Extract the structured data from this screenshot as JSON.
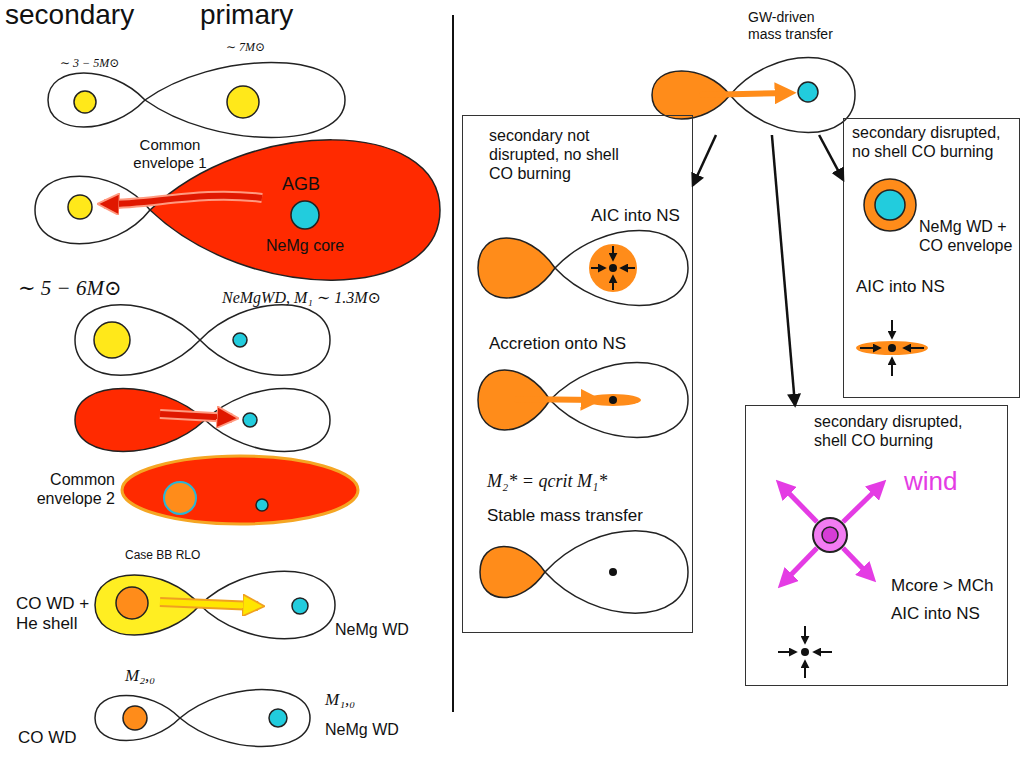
{
  "diagram": {
    "nodes": [
      {
        "text": [
          "GW-driven mass transfer"
        ]
      },
      {
        "text": [
          "secondary not disrupted, no shell CO burning",
          "AIC into NS",
          "Accretion onto NS",
          "M₂* = qcrit M₁*",
          "Stable mass transfer"
        ]
      },
      {
        "text": [
          "secondary disrupted, no shell CO burning",
          "NeMg WD + CO envelope",
          "AIC into NS"
        ]
      },
      {
        "text": [
          "secondary disrupted, shell CO burning",
          "wind",
          "Mcore > MCh",
          "AIC into NS"
        ]
      }
    ],
    "edges": [
      {
        "from": 0,
        "to": 1,
        "arrow": "to"
      },
      {
        "from": 0,
        "to": 3,
        "arrow": "to"
      },
      {
        "from": 0,
        "to": 2,
        "arrow": "to"
      }
    ],
    "labels": [
      "secondary",
      "primary",
      "∼ 3 − 5M⊙",
      "∼ 7M⊙",
      "Common envelope 1",
      "AGB",
      "NeMg core",
      "∼ 5 − 6M⊙",
      "NeMgWD, M₁ ∼ 1.3M⊙",
      "Common envelope 2",
      "Case BB RLO",
      "CO WD + He shell",
      "NeMg WD",
      "M₂,₀",
      "M₁,₀",
      "CO WD",
      "NeMg WD"
    ]
  }
}
